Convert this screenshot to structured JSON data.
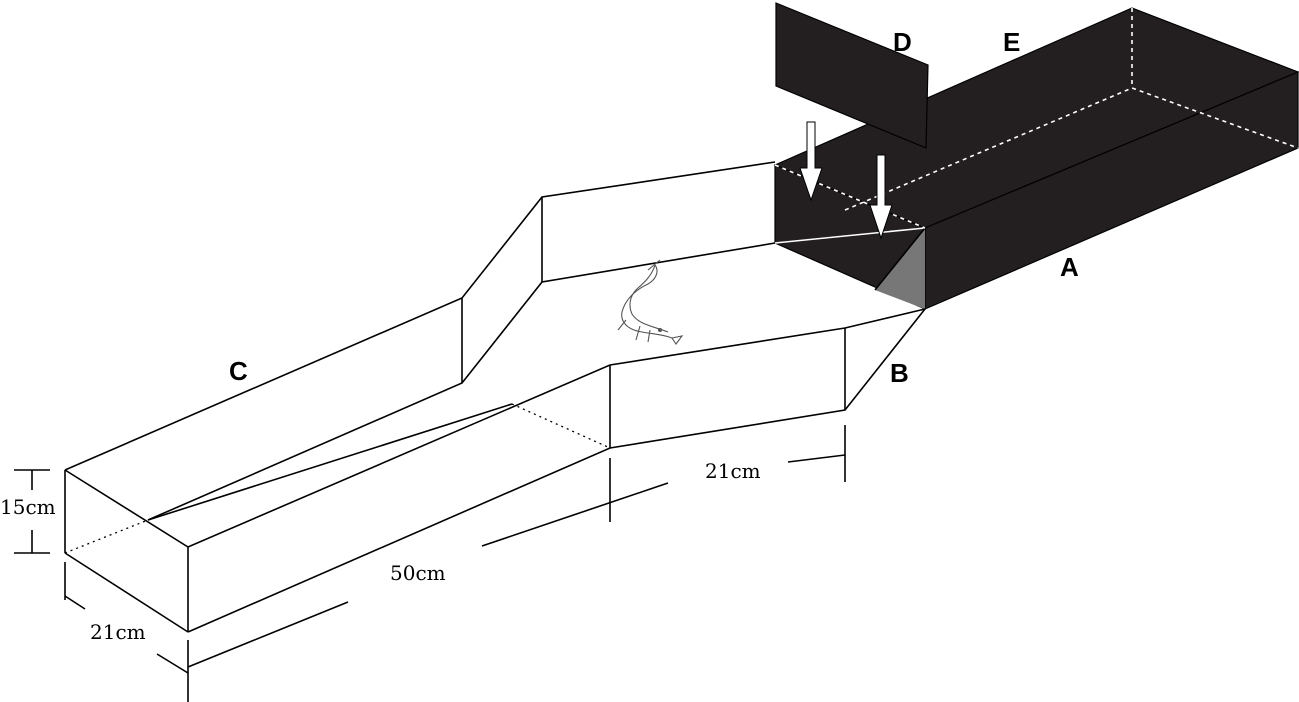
{
  "labels": {
    "a": "A",
    "b": "B",
    "c": "C",
    "d": "D",
    "e": "E"
  },
  "dimensions": {
    "height": "15cm",
    "width_front": "21cm",
    "length": "50cm",
    "width_mid": "21cm"
  },
  "colors": {
    "dark_box": "#231f20",
    "shaded_face": "#777777",
    "line": "#000000"
  },
  "icons": {
    "fish": "sturgeon-fish-icon",
    "arrow_left": "down-arrow-icon",
    "arrow_right": "down-arrow-icon"
  }
}
